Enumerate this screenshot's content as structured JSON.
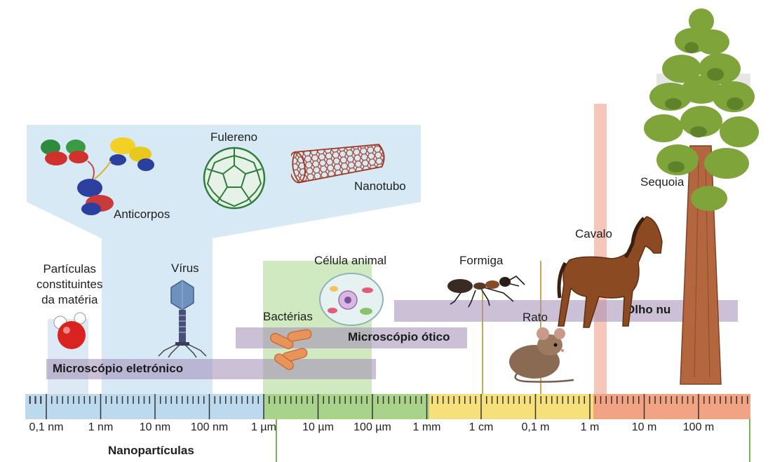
{
  "labels": {
    "anticorpos": "Anticorpos",
    "fulereno": "Fulereno",
    "nanotubo": "Nanotubo",
    "particulas": [
      "Partículas",
      "constituintes",
      "da matéria"
    ],
    "virus": "Vírus",
    "celula_animal": "Célula animal",
    "bacterias": "Bactérias",
    "formiga": "Formiga",
    "rato": "Rato",
    "cavalo": "Cavalo",
    "sequoia": "Sequoia"
  },
  "instruments": {
    "microscopio_eletronico": "Microscópio eletrónico",
    "microscopio_otico": "Microscópio ótico",
    "olho_nu": "Olho nu"
  },
  "scale": {
    "ticks": [
      "0,1 nm",
      "1 nm",
      "10 nm",
      "100 nm",
      "1 µm",
      "10 µm",
      "100 µm",
      "1 mm",
      "1 cm",
      "0,1 m",
      "1 m",
      "10 m",
      "100 m"
    ],
    "nanoparticulas": "Nanopartículas"
  },
  "colors": {
    "nano": "#bcd9ee",
    "micro": "#a9d38a",
    "milli": "#f6e07c",
    "macro": "#f2a384",
    "instrument": "#a48cb4"
  }
}
